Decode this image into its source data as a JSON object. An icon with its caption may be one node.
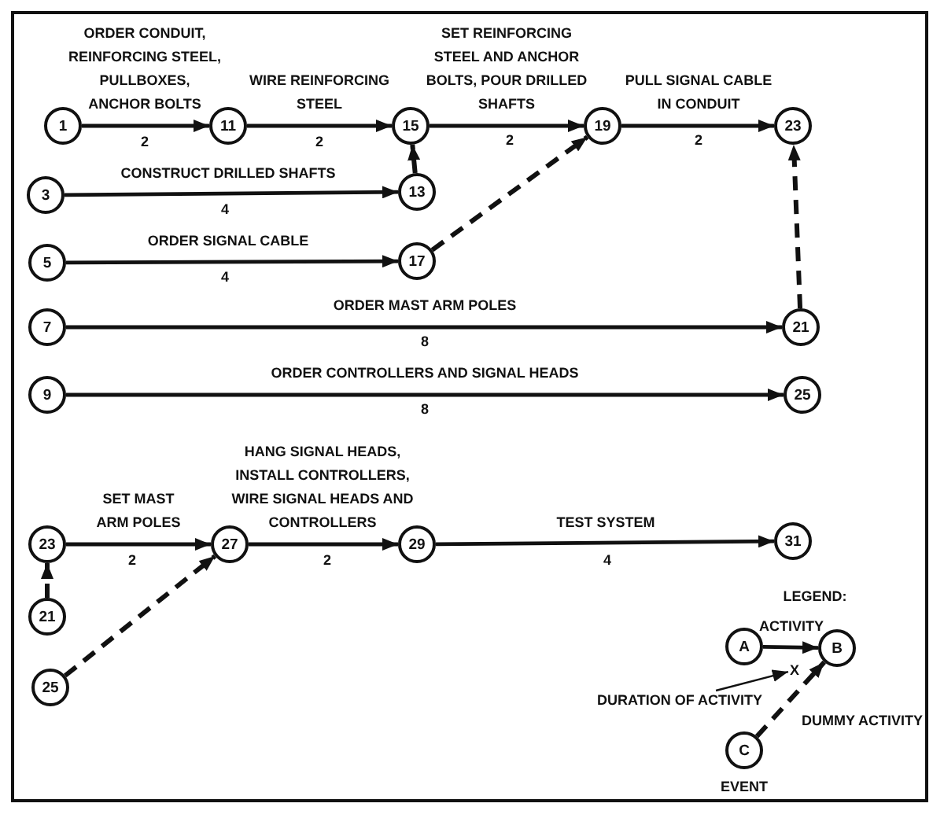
{
  "diagram": {
    "nodes": [
      {
        "text": [
          "1"
        ]
      },
      {
        "text": [
          "11"
        ]
      },
      {
        "text": [
          "15"
        ]
      },
      {
        "text": [
          "19"
        ]
      },
      {
        "text": [
          "23"
        ]
      },
      {
        "text": [
          "3"
        ]
      },
      {
        "text": [
          "13"
        ]
      },
      {
        "text": [
          "5"
        ]
      },
      {
        "text": [
          "17"
        ]
      },
      {
        "text": [
          "7"
        ]
      },
      {
        "text": [
          "21"
        ]
      },
      {
        "text": [
          "9"
        ]
      },
      {
        "text": [
          "25"
        ]
      },
      {
        "text": [
          "23"
        ]
      },
      {
        "text": [
          "27"
        ]
      },
      {
        "text": [
          "29"
        ]
      },
      {
        "text": [
          "31"
        ]
      },
      {
        "text": [
          "21"
        ]
      },
      {
        "text": [
          "25"
        ]
      },
      {
        "text": [
          "A"
        ]
      },
      {
        "text": [
          "B"
        ]
      },
      {
        "text": [
          "X"
        ]
      },
      {
        "text": [
          "DURATION OF ACTIVITY"
        ]
      },
      {
        "text": [
          "C"
        ],
        "beside": [
          "EVENT"
        ]
      }
    ],
    "edges": [
      {
        "from": 0,
        "to": 1,
        "arrow": "to",
        "label": "ORDER CONDUIT, REINFORCING STEEL, PULLBOXES, ANCHOR BOLTS"
      },
      {
        "from": 1,
        "to": 2,
        "arrow": "to",
        "label": "WIRE REINFORCING STEEL"
      },
      {
        "from": 2,
        "to": 3,
        "arrow": "to",
        "label": "SET REINFORCING STEEL AND ANCHOR BOLTS, POUR DRILLED SHAFTS"
      },
      {
        "from": 3,
        "to": 4,
        "arrow": "to",
        "label": "PULL SIGNAL CABLE IN CONDUIT"
      },
      {
        "from": 5,
        "to": 6,
        "arrow": "to",
        "label": "CONSTRUCT DRILLED SHAFTS"
      },
      {
        "from": 6,
        "to": 2,
        "arrow": "to",
        "style": "dashed"
      },
      {
        "from": 7,
        "to": 8,
        "arrow": "to",
        "label": "ORDER SIGNAL CABLE"
      },
      {
        "from": 8,
        "to": 3,
        "arrow": "to",
        "style": "dashed"
      },
      {
        "from": 9,
        "to": 10,
        "arrow": "to",
        "label": "ORDER MAST ARM POLES"
      },
      {
        "from": 10,
        "to": 4,
        "arrow": "to",
        "style": "dashed"
      },
      {
        "from": 11,
        "to": 12,
        "arrow": "to",
        "label": "ORDER CONTROLLERS AND SIGNAL HEADS"
      },
      {
        "from": 13,
        "to": 14,
        "arrow": "to",
        "label": "SET MAST ARM POLES"
      },
      {
        "from": 14,
        "to": 15,
        "arrow": "to",
        "label": "HANG SIGNAL HEADS, INSTALL CONTROLLERS, WIRE SIGNAL HEADS AND CONTROLLERS"
      },
      {
        "from": 15,
        "to": 16,
        "arrow": "to",
        "label": "TEST SYSTEM"
      },
      {
        "from": 17,
        "to": 13,
        "arrow": "to",
        "style": "dashed"
      },
      {
        "from": 18,
        "to": 14,
        "arrow": "to",
        "style": "dashed"
      },
      {
        "from": 19,
        "to": 20,
        "arrow": "to",
        "label": "ACTIVITY"
      },
      {
        "from": 23,
        "to": 20,
        "arrow": "to",
        "style": "dashed",
        "label": "DUMMY ACTIVITY"
      },
      {
        "from": 22,
        "to": 21,
        "arrow": "to"
      }
    ],
    "labels": [
      "2",
      "2",
      "2",
      "2",
      "4",
      "4",
      "8",
      "8",
      "2",
      "2",
      "4",
      "LEGEND:"
    ]
  }
}
